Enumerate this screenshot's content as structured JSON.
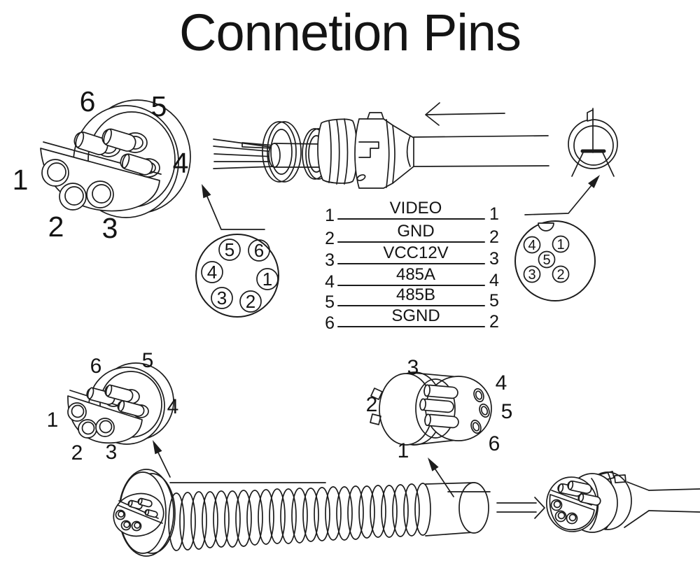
{
  "title": "Connetion Pins",
  "colors": {
    "ink": "#1c1c1c",
    "background": "#ffffff"
  },
  "wiring_table": {
    "rows": [
      {
        "left": "1",
        "signal": "VIDEO",
        "right": "1"
      },
      {
        "left": "2",
        "signal": "GND",
        "right": "2"
      },
      {
        "left": "3",
        "signal": "VCC12V",
        "right": "3"
      },
      {
        "left": "4",
        "signal": "485A",
        "right": "4"
      },
      {
        "left": "5",
        "signal": "485B",
        "right": "5"
      },
      {
        "left": "6",
        "signal": "SGND",
        "right": "2"
      }
    ]
  },
  "connector_top_left": {
    "labels": {
      "pin6": "6",
      "pin5": "5",
      "pin4": "4",
      "pin1": "1",
      "pin2": "2",
      "pin3": "3"
    }
  },
  "pin_face_6pin": {
    "pins": {
      "p5": "5",
      "p6": "6",
      "p4": "4",
      "p1": "1",
      "p3": "3",
      "p2": "2"
    }
  },
  "pin_face_5pin": {
    "pins": {
      "p4": "4",
      "p1": "1",
      "p5": "5",
      "p3": "3",
      "p2": "2"
    }
  },
  "connector_bottom_left": {
    "labels": {
      "pin6": "6",
      "pin5": "5",
      "pin4": "4",
      "pin1": "1",
      "pin2": "2",
      "pin3": "3"
    }
  },
  "connector_bottom_middle": {
    "labels": {
      "pin3": "3",
      "pin2": "2",
      "pin1": "1",
      "pin4": "4",
      "pin5": "5",
      "pin6": "6"
    }
  }
}
